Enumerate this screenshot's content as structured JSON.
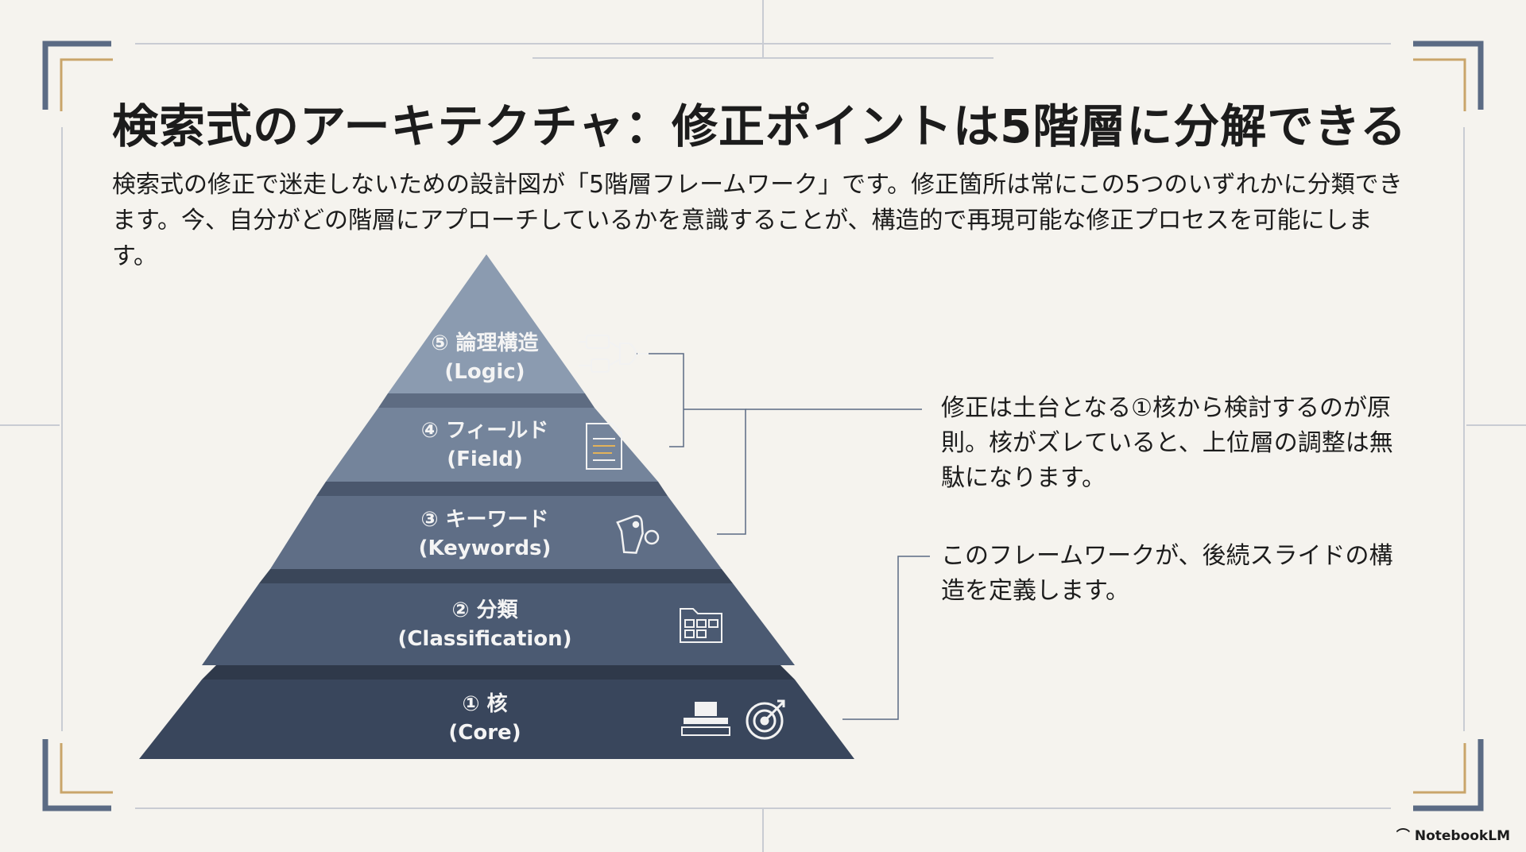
{
  "slide": {
    "title": "検索式のアーキテクチャ：修正ポイントは5階層に分解できる",
    "intro": "検索式の修正で迷走しないための設計図が「5階層フレームワーク」です。修正箇所は常にこの5つのいずれかに分類できます。今、自分がどの階層にアプローチしているかを意識することが、構造的で再現可能な修正プロセスを可能にします。"
  },
  "pyramid": {
    "layers": [
      {
        "label": "⑤ 論理構造",
        "sub": "(Logic)",
        "icon": "logic-gate-icon",
        "color": "#8b9bb0"
      },
      {
        "label": "④ フィールド",
        "sub": "(Field)",
        "icon": "document-icon",
        "color": "#74849b"
      },
      {
        "label": "③ キーワード",
        "sub": "(Keywords)",
        "icon": "tag-icon",
        "color": "#5f6e86"
      },
      {
        "label": "② 分類",
        "sub": "(Classification)",
        "icon": "folder-grid-icon",
        "color": "#4b5a72"
      },
      {
        "label": "① 核",
        "sub": "(Core)",
        "icon": "target-icon",
        "color": "#39465c"
      }
    ]
  },
  "notes": {
    "core_principle": "修正は土台となる①核から検討するのが原則。核がズレていると、上位層の調整は無駄になります。",
    "framework": "このフレームワークが、後続スライドの構造を定義します。"
  },
  "brand": "NotebookLM",
  "colors": {
    "background": "#f5f3ee",
    "accent_gold": "#c9a56a",
    "frame_blue": "#5b6b84"
  }
}
